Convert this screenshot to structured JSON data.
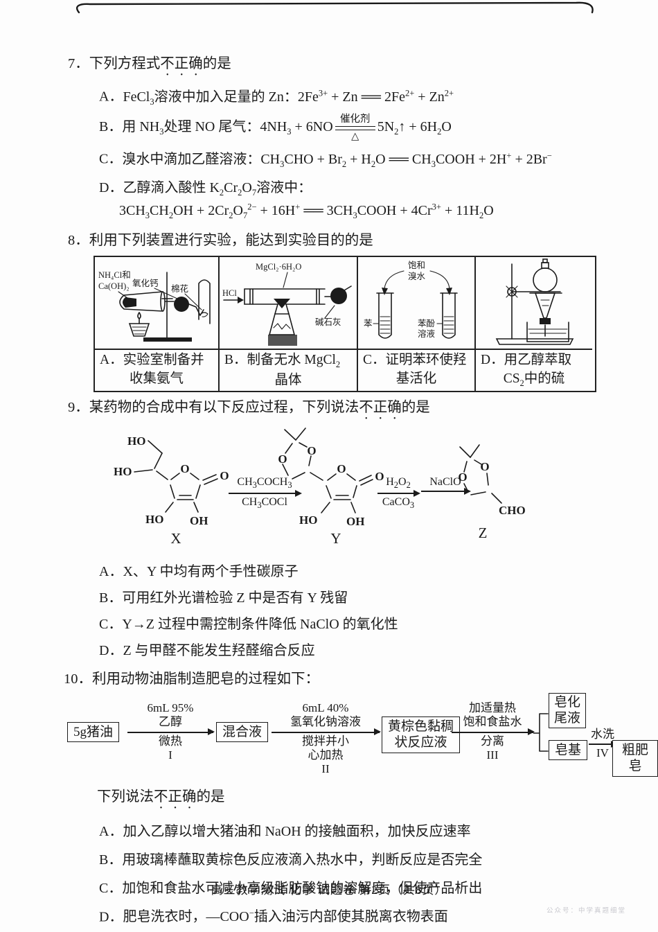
{
  "page": {
    "footer": "高三教学测试 化学 试题卷 第2页（共8页）",
    "watermark": "公众号：中学真题细堂"
  },
  "q7": {
    "number": "7．",
    "title_pre": "下列方程式",
    "title_em": "不正确",
    "title_post": "的是",
    "a_label": "A．",
    "a_text": "FeCl~3~溶液中加入足量的 Zn：2Fe^3+^ + Zn ══ 2Fe^2+^ + Zn^2+^",
    "b_label": "B．",
    "b_pre": "用 NH~3~处理 NO 尾气：4NH~3~ + 6NO",
    "b_cond_above": "催化剂",
    "b_cond_below": "△",
    "b_post": "5N~2~↑ + 6H~2~O",
    "c_label": "C．",
    "c_text": "溴水中滴加乙醛溶液：CH~3~CHO + Br~2~ + H~2~O ══ CH~3~COOH + 2H^+^ + 2Br^−^",
    "d_label": "D．",
    "d_text": "乙醇滴入酸性 K~2~Cr~2~O~7~溶液中：",
    "d_eq": "3CH~3~CH~2~OH + 2Cr~2~O~7~^2−^ + 16H^+^ ══ 3CH~3~COOH + 4Cr^3+^ + 11H~2~O"
  },
  "q8": {
    "number": "8．",
    "title": "利用下列装置进行实验，能达到实验目的的是",
    "cellA": {
      "lab1": "NH₄Cl和",
      "lab2": "Ca(OH)₂",
      "lab3": "氧化钙",
      "lab4": "棉花",
      "cap1": "A．实验室制备并",
      "cap2": "收集氨气"
    },
    "cellB": {
      "lab1": "MgCl₂·6H₂O",
      "lab2": "HCl",
      "lab3": "碱石灰",
      "cap1": "B．制备无水 MgCl~2~",
      "cap2": "晶体"
    },
    "cellC": {
      "lab1": "饱和",
      "lab2": "溴水",
      "lab3": "苯",
      "lab4": "苯酚",
      "lab5": "溶液",
      "cap1": "C．证明苯环使羟",
      "cap2": "基活化"
    },
    "cellD": {
      "cap1": "D．用乙醇萃取",
      "cap2": "CS~2~中的硫"
    }
  },
  "q9": {
    "number": "9．",
    "title_pre": "某药物的合成中有以下反应过程，下列说法",
    "title_em": "不正确",
    "title_post": "的是",
    "molX": {
      "ho_top": "HO",
      "ho_mid": "HO",
      "o_ring": "O",
      "o_keto": "O",
      "ho_bot": "HO",
      "oh_bot": "OH",
      "name": "X"
    },
    "molY": {
      "o_left": "O",
      "o_right": "O",
      "o_ring": "O",
      "o_keto": "O",
      "ho_bot": "HO",
      "oh_bot": "OH",
      "name": "Y"
    },
    "molZ": {
      "o_left": "O",
      "o_right": "O",
      "cho": "CHO",
      "name": "Z"
    },
    "arrow1_above": "CH~3~COCH~3~",
    "arrow1_below": "CH~3~COCl",
    "arrow2_above": "H~2~O~2~",
    "arrow2_below": "CaCO~3~",
    "arrow3_above": "NaClO",
    "a_label": "A．",
    "a_text": "X、Y 中均有两个手性碳原子",
    "b_label": "B．",
    "b_text": "可用红外光谱检验 Z 中是否有 Y 残留",
    "c_label": "C．",
    "c_text": "Y→Z 过程中需控制条件降低 NaClO 的氧化性",
    "d_label": "D．",
    "d_text": "Z 与甲醛不能发生羟醛缩合反应"
  },
  "q10": {
    "number": "10．",
    "title": "利用动物油脂制造肥皂的过程如下：",
    "flow": {
      "box1": "5g猪油",
      "a1_above1": "6mL 95%",
      "a1_above2": "乙醇",
      "a1_below1": "微热",
      "a1_below2": "I",
      "box2": "混合液",
      "a2_above1": "6mL 40%",
      "a2_above2": "氢氧化钠溶液",
      "a2_below1": "搅拌并小",
      "a2_below2": "心加热",
      "a2_below3": "II",
      "box3a": "黄棕色黏稠",
      "box3b": "状反应液",
      "a3_above1": "加适量热",
      "a3_above2": "饱和食盐水",
      "a3_below1": "分离",
      "a3_below2": "III",
      "box4a": "皂化",
      "box4b": "尾液",
      "box5": "皂基",
      "a4_above": "水洗",
      "a4_below": "IV",
      "box6": "粗肥皂"
    },
    "subtitle_pre": "下列说法",
    "subtitle_em": "不正确",
    "subtitle_post": "的是",
    "a_label": "A．",
    "a_text": "加入乙醇以增大猪油和 NaOH 的接触面积，加快反应速率",
    "b_label": "B．",
    "b_text": "用玻璃棒蘸取黄棕色反应液滴入热水中，判断反应是否完全",
    "c_label": "C．",
    "c_text": "加饱和食盐水可减小高级脂肪酸钠的溶解度，促使产品析出",
    "d_label": "D．",
    "d_text": "肥皂洗衣时，—COO^−^插入油污内部使其脱离衣物表面"
  }
}
